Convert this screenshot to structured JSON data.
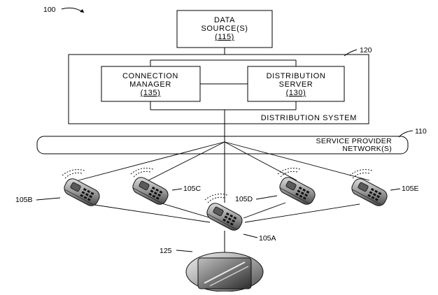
{
  "figure": {
    "ref": "100"
  },
  "data_source": {
    "line1": "DATA",
    "line2": "SOURCE(S)",
    "ref": "(115)"
  },
  "distribution_system": {
    "ref": "120",
    "label": "DISTRIBUTION SYSTEM"
  },
  "connection_manager": {
    "line1": "CONNECTION",
    "line2": "MANAGER",
    "ref": "(135)"
  },
  "distribution_server": {
    "line1": "DISTRIBUTION",
    "line2": "SERVER",
    "ref": "(130)"
  },
  "service_provider": {
    "ref": "110",
    "line1": "SERVICE PROVIDER",
    "line2": "NETWORK(S)"
  },
  "phones": {
    "a": "105A",
    "b": "105B",
    "c": "105C",
    "d": "105D",
    "e": "105E"
  },
  "tv": {
    "ref": "125"
  }
}
